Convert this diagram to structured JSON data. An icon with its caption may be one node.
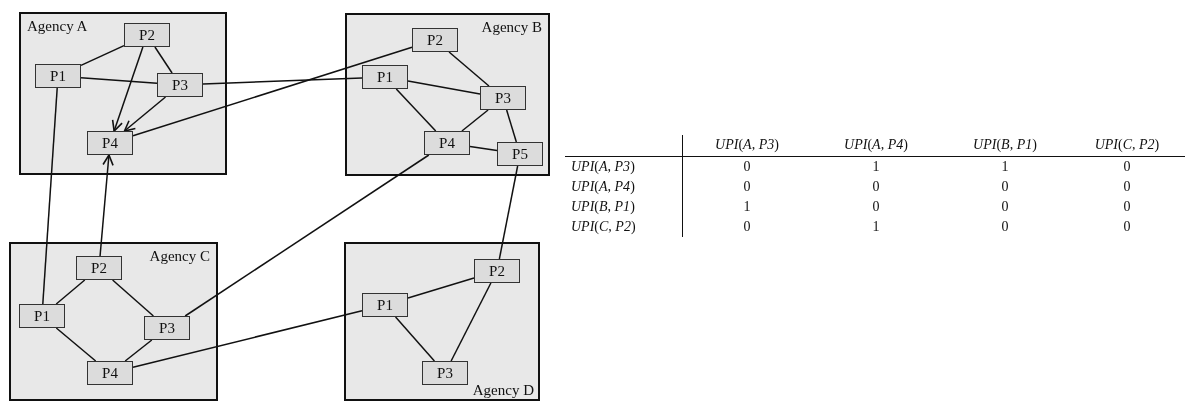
{
  "diagram": {
    "nodes": [
      {
        "text": [
          "Agency A"
        ]
      },
      {
        "text": [
          "P2"
        ],
        "in": 0
      },
      {
        "text": [
          "P1"
        ],
        "in": 0
      },
      {
        "text": [
          "P3"
        ],
        "in": 0
      },
      {
        "text": [
          "P4"
        ],
        "in": 0
      },
      {
        "text": [
          "Agency B"
        ]
      },
      {
        "text": [
          "P2"
        ],
        "in": 5
      },
      {
        "text": [
          "P1"
        ],
        "in": 5
      },
      {
        "text": [
          "P3"
        ],
        "in": 5
      },
      {
        "text": [
          "P4"
        ],
        "in": 5
      },
      {
        "text": [
          "P5"
        ],
        "in": 5
      },
      {
        "text": [
          "Agency C"
        ]
      },
      {
        "text": [
          "P2"
        ],
        "in": 11
      },
      {
        "text": [
          "P1"
        ],
        "in": 11
      },
      {
        "text": [
          "P3"
        ],
        "in": 11
      },
      {
        "text": [
          "P4"
        ],
        "in": 11
      },
      {
        "text": [
          "Agency D"
        ]
      },
      {
        "text": [
          "P2"
        ],
        "in": 16
      },
      {
        "text": [
          "P1"
        ],
        "in": 16
      },
      {
        "text": [
          "P3"
        ],
        "in": 16
      }
    ],
    "edges": [
      {
        "from": 2,
        "to": 1,
        "arrow": "none"
      },
      {
        "from": 1,
        "to": 3,
        "arrow": "none"
      },
      {
        "from": 2,
        "to": 3,
        "arrow": "none"
      },
      {
        "from": 1,
        "to": 4,
        "arrow": "to"
      },
      {
        "from": 3,
        "to": 4,
        "arrow": "to"
      },
      {
        "from": 3,
        "to": 7,
        "arrow": "none"
      },
      {
        "from": 4,
        "to": 6,
        "arrow": "none"
      },
      {
        "from": 2,
        "to": 13,
        "arrow": "none"
      },
      {
        "from": 12,
        "to": 4,
        "arrow": "to"
      },
      {
        "from": 6,
        "to": 8,
        "arrow": "none"
      },
      {
        "from": 7,
        "to": 8,
        "arrow": "none"
      },
      {
        "from": 7,
        "to": 9,
        "arrow": "none"
      },
      {
        "from": 8,
        "to": 9,
        "arrow": "none"
      },
      {
        "from": 8,
        "to": 10,
        "arrow": "none"
      },
      {
        "from": 9,
        "to": 10,
        "arrow": "none"
      },
      {
        "from": 9,
        "to": 14,
        "arrow": "none"
      },
      {
        "from": 10,
        "to": 17,
        "arrow": "none"
      },
      {
        "from": 13,
        "to": 12,
        "arrow": "none"
      },
      {
        "from": 12,
        "to": 14,
        "arrow": "none"
      },
      {
        "from": 13,
        "to": 15,
        "arrow": "none"
      },
      {
        "from": 14,
        "to": 15,
        "arrow": "none"
      },
      {
        "from": 15,
        "to": 18,
        "arrow": "none"
      },
      {
        "from": 18,
        "to": 17,
        "arrow": "none"
      },
      {
        "from": 18,
        "to": 19,
        "arrow": "none"
      },
      {
        "from": 17,
        "to": 19,
        "arrow": "none"
      }
    ],
    "labels": [
      "*UPI*(*A*, *P3*)",
      "*UPI*(*A*, *P4*)",
      "*UPI*(*B*, *P1*)",
      "*UPI*(*C*, *P2*)",
      "*UPI*(*A*, *P3*)",
      "0",
      "1",
      "1",
      "0",
      "*UPI*(*A*, *P4*)",
      "0",
      "0",
      "0",
      "0",
      "*UPI*(*B*, *P1*)",
      "1",
      "0",
      "0",
      "0",
      "*UPI*(*C*, *P2*)",
      "0",
      "1",
      "0",
      "0"
    ]
  }
}
